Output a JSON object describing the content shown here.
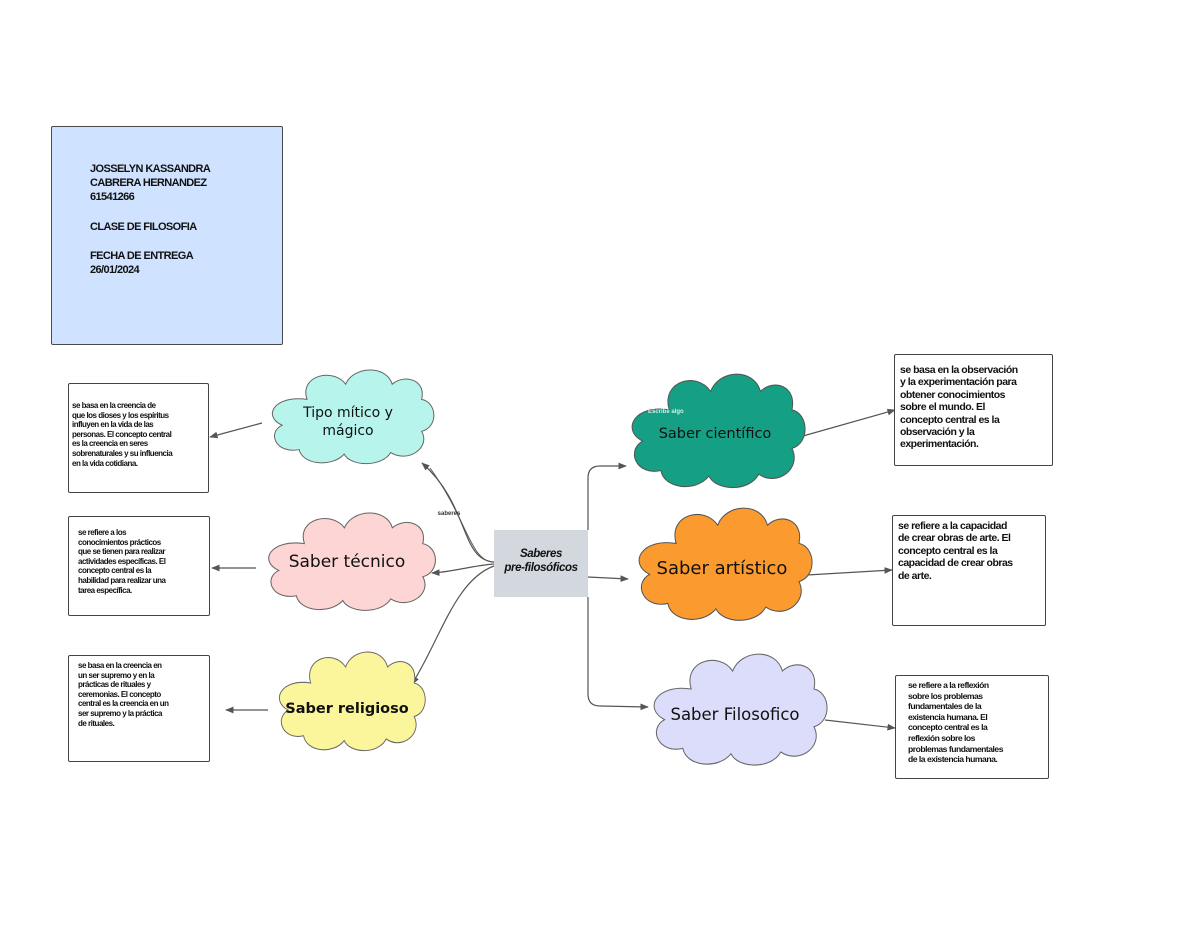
{
  "info": {
    "name_line1": "JOSSELYN KASSANDRA",
    "name_line2": "CABRERA HERNANDEZ",
    "id": "61541266",
    "class": "CLASE DE FILOSOFIA",
    "date_label": "FECHA DE ENTREGA",
    "date": "26/01/2024"
  },
  "center": {
    "label": "Saberes\npre-filosóficos"
  },
  "branches": {
    "mitico": {
      "label": "Tipo mítico y\nmágico",
      "color": "#b7f5ec",
      "note": "se basa en la creencia de\nque los dioses y los espíritus\n influyen en la vida de las\npersonas. El concepto central\nes la creencia en seres\nsobrenaturales y su influencia\nen la vida cotidiana."
    },
    "tecnico": {
      "label": "Saber técnico",
      "color": "#fdd5d5",
      "note": "se refiere a los\nconocimientos prácticos\nque se tienen para realizar\nactividades específicas. El\nconcepto central es la\nhabilidad para realizar una\ntarea específica."
    },
    "religioso": {
      "label": "Saber religioso",
      "color": "#fbf59b",
      "note": "se basa en la creencia en\nun ser supremo y en la\nprácticas de rituales y\nceremonias. El concepto\ncentral es la creencia en un\nser supremo y la práctica\nde rituales."
    },
    "cientifico": {
      "label": "Saber científico",
      "color": "#15a085",
      "tag": "Escribe algo",
      "note": "se basa en la observación\ny la experimentación para\nobtener conocimientos\nsobre el mundo. El\nconcepto central es la\nobservación y la\nexperimentación."
    },
    "artistico": {
      "label": "Saber artístico",
      "color": "#fb9a2f",
      "note": "se refiere a la capacidad\nde crear obras de arte. El\nconcepto central es la\ncapacidad de crear obras\nde arte."
    },
    "filosofico": {
      "label": "Saber Filosofico",
      "color": "#dcdcfb",
      "note": "se refiere a la reflexión\nsobre los problemas\nfundamentales de la\nexistencia humana. El\nconcepto central es la\nreflexión sobre los\nproblemas fundamentales\nde la existencia humana."
    }
  },
  "connector_label": "saberes",
  "colors": {
    "line": "#555555",
    "info_bg": "#cfe2ff",
    "center_bg": "#d3d7de"
  }
}
